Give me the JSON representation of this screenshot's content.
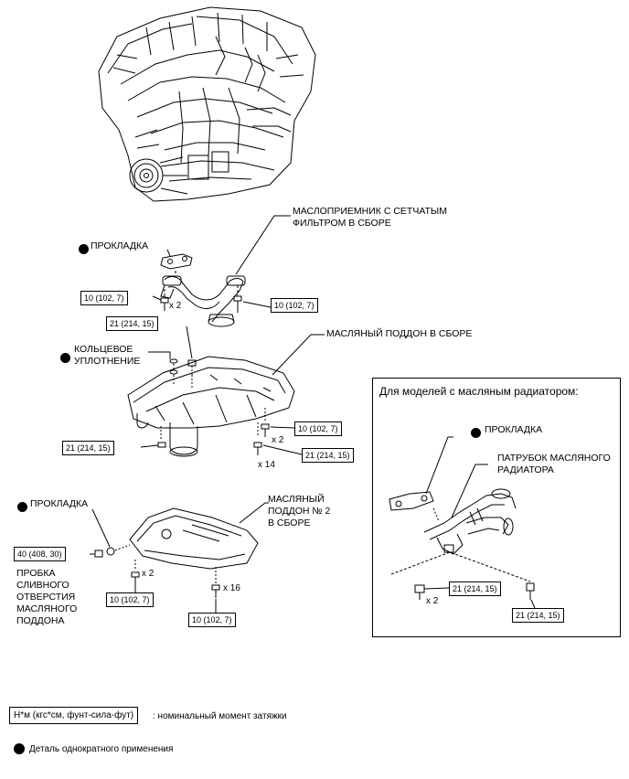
{
  "labels": {
    "oil_strainer": [
      "МАСЛОПРИЕМНИК С СЕТЧАТЫМ",
      "ФИЛЬТРОМ В СБОРЕ"
    ],
    "gasket_top": "ПРОКЛАДКА",
    "o_ring": [
      "КОЛЬЦЕВОЕ",
      "УПЛОТНЕНИЕ"
    ],
    "oil_pan": "МАСЛЯНЫЙ ПОДДОН В СБОРЕ",
    "gasket_drain": "ПРОКЛАДКА",
    "oil_pan_2": [
      "МАСЛЯНЫЙ",
      "ПОДДОН № 2",
      "В СБОРЕ"
    ],
    "drain_plug": [
      "ПРОБКА",
      "СЛИВНОГО",
      "ОТВЕРСТИЯ",
      "МАСЛЯНОГО",
      "ПОДДОНА"
    ]
  },
  "torques": {
    "strainer_left": "10 (102, 7)",
    "strainer_right": "10 (102, 7)",
    "pan_top": "21 (214, 15)",
    "pan_right_10": "10 (102, 7)",
    "pan_right_21": "21 (214, 15)",
    "pan_left_21": "21 (214, 15)",
    "drain_plug": "40 (408, 30)",
    "pan2_left": "10 (102, 7)",
    "pan2_right": "10 (102, 7)",
    "inset_left": "21 (214, 15)",
    "inset_right": "21 (214, 15)"
  },
  "multipliers": {
    "strainer_x2": "x 2",
    "pan_x2": "x 2",
    "pan_x14": "x 14",
    "pan2_x2": "x 2",
    "pan2_x16": "x 16",
    "inset_x2": "x 2"
  },
  "inset": {
    "title": "Для моделей с масляным радиатором:",
    "gasket": "ПРОКЛАДКА",
    "pipe": [
      "ПАТРУБОК МАСЛЯНОГО",
      "РАДИАТОРА"
    ]
  },
  "legend": {
    "torque_unit": "Н*м (кгс*см, фунт-сила-фут)",
    "torque_desc": ": номинальный момент затяжки",
    "non_reusable": "Деталь однократного применения"
  }
}
